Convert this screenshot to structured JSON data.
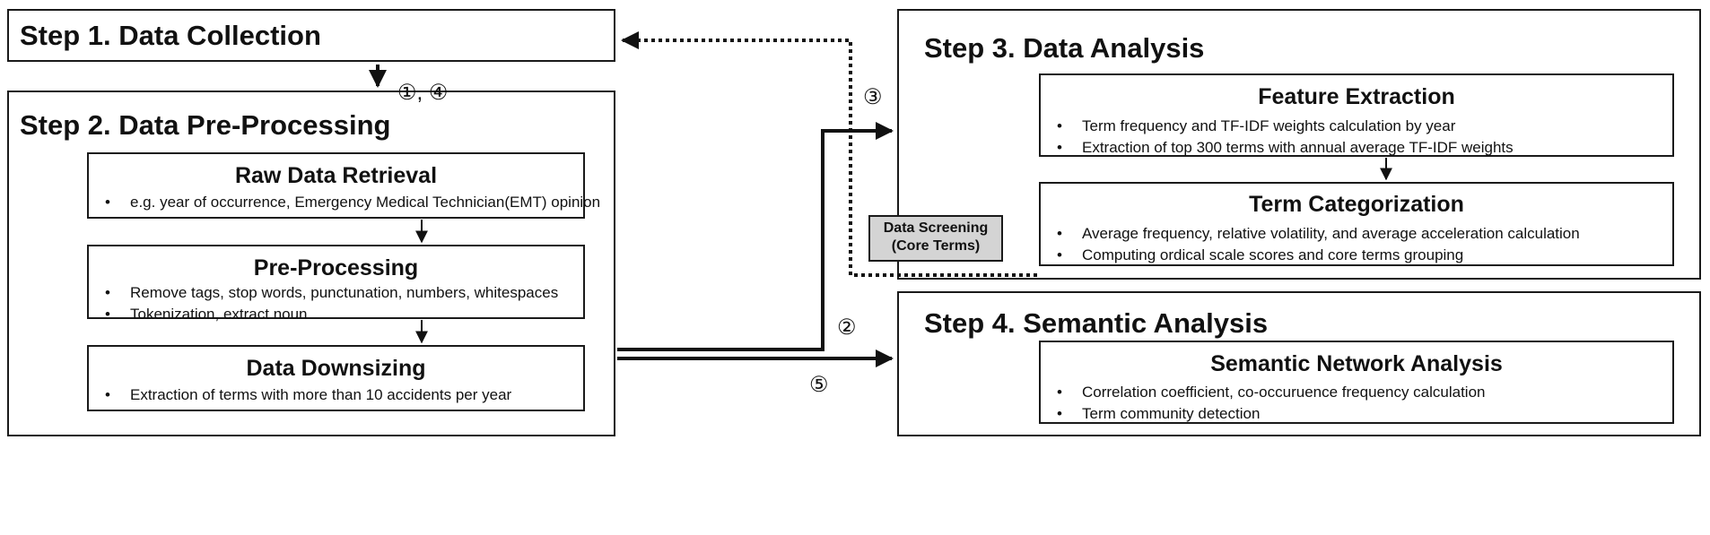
{
  "step1": {
    "title": "Step 1. Data Collection"
  },
  "step2": {
    "title": "Step 2. Data Pre-Processing",
    "raw": {
      "title": "Raw Data Retrieval",
      "bullets": [
        "e.g. year of occurrence, Emergency Medical Technician(EMT) opinion"
      ]
    },
    "pre": {
      "title": "Pre-Processing",
      "bullets": [
        "Remove tags, stop words, punctunation, numbers, whitespaces",
        "Tokenization, extract noun"
      ]
    },
    "down": {
      "title": "Data Downsizing",
      "bullets": [
        "Extraction of terms with more than 10 accidents per year"
      ]
    }
  },
  "step3": {
    "title": "Step 3. Data Analysis",
    "feature": {
      "title": "Feature Extraction",
      "bullets": [
        "Term frequency and TF-IDF weights calculation by year",
        "Extraction of top 300 terms with annual average TF-IDF weights"
      ]
    },
    "term": {
      "title": "Term Categorization",
      "bullets": [
        "Average frequency, relative volatility, and average acceleration calculation",
        "Computing ordical scale scores and core terms grouping"
      ]
    }
  },
  "step4": {
    "title": "Step 4. Semantic Analysis",
    "network": {
      "title": "Semantic Network Analysis",
      "bullets": [
        "Correlation coefficient, co-occuruence frequency calculation",
        "Term community detection"
      ]
    }
  },
  "screening": {
    "line1": "Data Screening",
    "line2": "(Core Terms)"
  },
  "labels": {
    "l14": "①, ④",
    "l2": "②",
    "l3": "③",
    "l5": "⑤"
  }
}
